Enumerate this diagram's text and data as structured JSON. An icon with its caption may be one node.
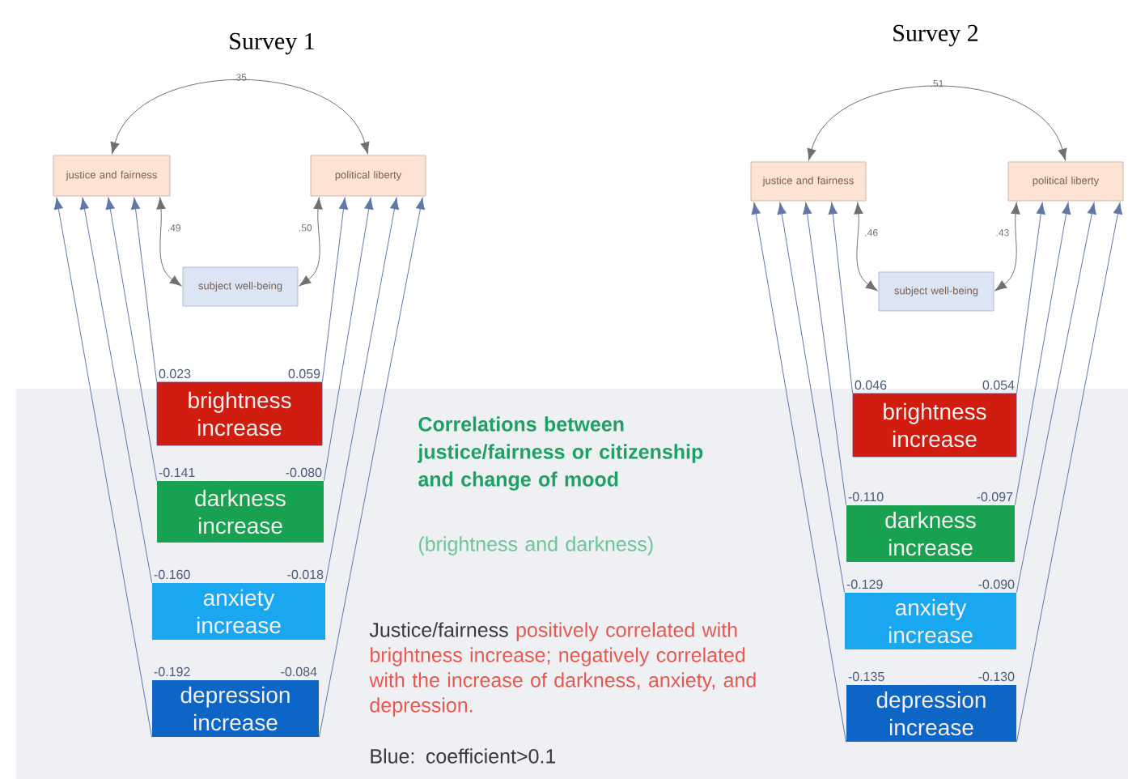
{
  "diagram": {
    "nodes": [
      {
        "text": [
          "justice and fairness"
        ]
      },
      {
        "text": [
          "political liberty"
        ]
      },
      {
        "text": [
          "subject well-being"
        ]
      },
      {
        "text": [
          "brightness increase"
        ]
      },
      {
        "text": [
          "darkness increase"
        ]
      },
      {
        "text": [
          "anxiety increase"
        ]
      },
      {
        "text": [
          "depression increase"
        ]
      },
      {
        "text": [
          "justice and fairness"
        ]
      },
      {
        "text": [
          "political liberty"
        ]
      },
      {
        "text": [
          "subject well-being"
        ]
      },
      {
        "text": [
          "brightness increase"
        ]
      },
      {
        "text": [
          "darkness increase"
        ]
      },
      {
        "text": [
          "anxiety increase"
        ]
      },
      {
        "text": [
          "depression increase"
        ]
      }
    ],
    "edges": [
      {
        "from": 0,
        "to": 1,
        "arrow": "both",
        "label": ".35"
      },
      {
        "from": 0,
        "to": 2,
        "arrow": "both",
        "label": ".49"
      },
      {
        "from": 1,
        "to": 2,
        "arrow": "both",
        "label": ".50"
      },
      {
        "from": 3,
        "to": 0,
        "arrow": "to",
        "label": "0.023"
      },
      {
        "from": 3,
        "to": 1,
        "arrow": "to",
        "label": "0.059"
      },
      {
        "from": 4,
        "to": 0,
        "arrow": "to",
        "label": "-0.141"
      },
      {
        "from": 4,
        "to": 1,
        "arrow": "to",
        "label": "-0.080"
      },
      {
        "from": 5,
        "to": 0,
        "arrow": "to",
        "label": "-0.160"
      },
      {
        "from": 5,
        "to": 1,
        "arrow": "to",
        "label": "-0.018"
      },
      {
        "from": 6,
        "to": 0,
        "arrow": "to",
        "label": "-0.192"
      },
      {
        "from": 6,
        "to": 1,
        "arrow": "to",
        "label": "-0.084"
      },
      {
        "from": 7,
        "to": 8,
        "arrow": "both",
        "label": ".51"
      },
      {
        "from": 7,
        "to": 9,
        "arrow": "both",
        "label": ".46"
      },
      {
        "from": 8,
        "to": 9,
        "arrow": "both",
        "label": ".43"
      },
      {
        "from": 10,
        "to": 7,
        "arrow": "to",
        "label": "0.046"
      },
      {
        "from": 10,
        "to": 8,
        "arrow": "to",
        "label": "0.054"
      },
      {
        "from": 11,
        "to": 7,
        "arrow": "to",
        "label": "-0.110"
      },
      {
        "from": 11,
        "to": 8,
        "arrow": "to",
        "label": "-0.097"
      },
      {
        "from": 12,
        "to": 7,
        "arrow": "to",
        "label": "-0.129"
      },
      {
        "from": 12,
        "to": 8,
        "arrow": "to",
        "label": "-0.090"
      },
      {
        "from": 13,
        "to": 7,
        "arrow": "to",
        "label": "-0.135"
      },
      {
        "from": 13,
        "to": 8,
        "arrow": "to",
        "label": "-0.130"
      }
    ],
    "labels": [
      "Survey 1",
      "Survey 2",
      "Correlations between justice/fairness or citizenship and change of mood",
      "(brightness and darkness)",
      "Justice/fairness",
      "positively correlated with brightness increase; negatively correlated with the increase of darkness, anxiety, and depression.",
      "Blue: coefficient>0.1"
    ]
  }
}
